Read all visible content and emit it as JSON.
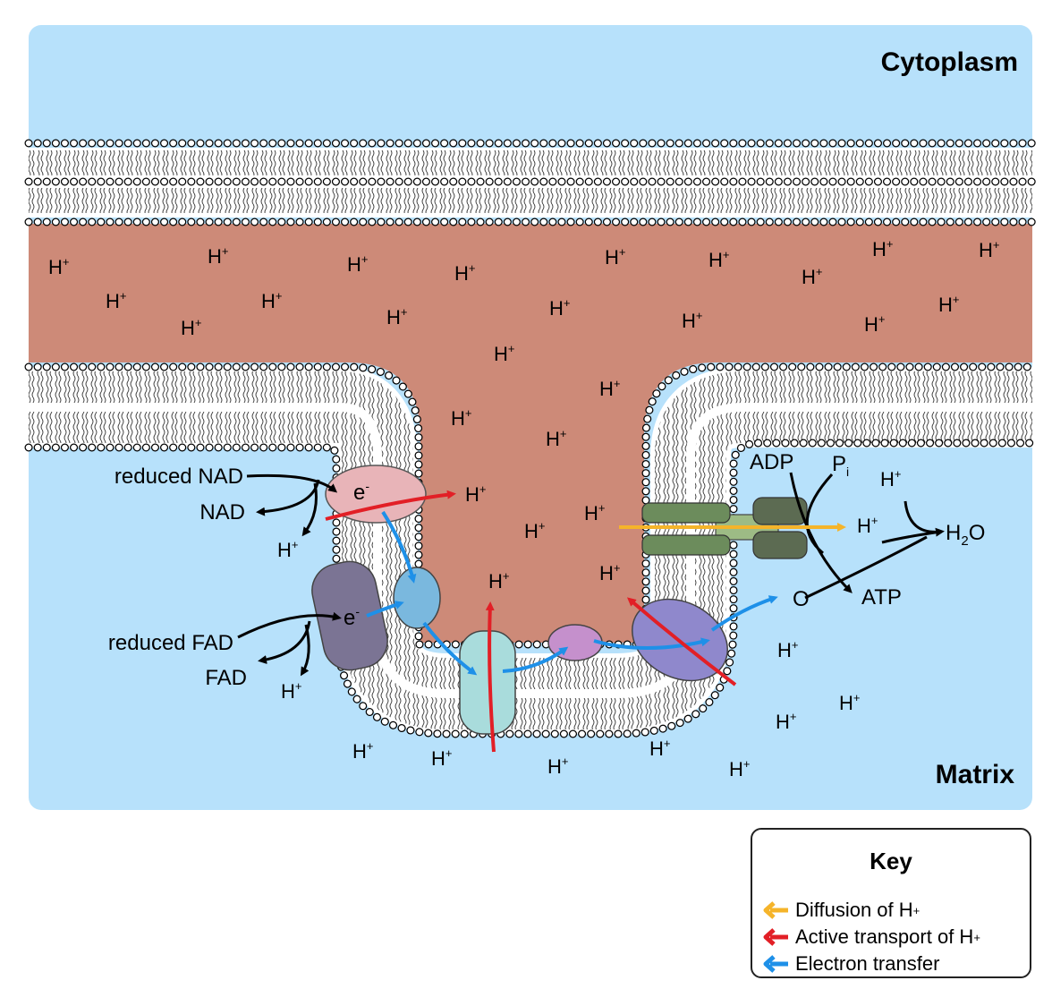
{
  "regions": {
    "cytoplasm": "Cytoplasm",
    "matrix": "Matrix"
  },
  "labels": {
    "h_plus": "H",
    "plus": "+",
    "electron": "e",
    "minus": "-",
    "reduced_nad": "reduced NAD",
    "nad": "NAD",
    "reduced_fad": "reduced FAD",
    "fad": "FAD",
    "adp": "ADP",
    "p": "P",
    "i": "i",
    "h2o_h": "H",
    "h2o_2": "2",
    "h2o_o": "O",
    "oxygen": "O",
    "atp": "ATP"
  },
  "key": {
    "title": "Key",
    "items": [
      {
        "text": "Diffusion of H",
        "sup": "+",
        "color": "#f5b42a",
        "icon": "arrow-left-icon"
      },
      {
        "text": "Active transport of H",
        "sup": "+",
        "color": "#e21f26",
        "icon": "arrow-left-icon"
      },
      {
        "text": "Electron transfer",
        "sup": "",
        "color": "#1e90e8",
        "icon": "arrow-left-icon"
      }
    ]
  },
  "colors": {
    "cytoplasm": "#b7e1fb",
    "intermembrane": "#cd8a78",
    "diffusion": "#f5b42a",
    "active_transport": "#e21f26",
    "electron_transfer": "#1e90e8",
    "complex_1": "#e8b4b8",
    "complex_2": "#7b7494",
    "ubiquinone": "#7ab8de",
    "complex_3": "#a9dcdc",
    "cytochrome_c": "#c590cc",
    "complex_4": "#8f88cc",
    "atp_synthase_dark": "#6c8c5c",
    "atp_synthase_light": "#9dbb85"
  }
}
